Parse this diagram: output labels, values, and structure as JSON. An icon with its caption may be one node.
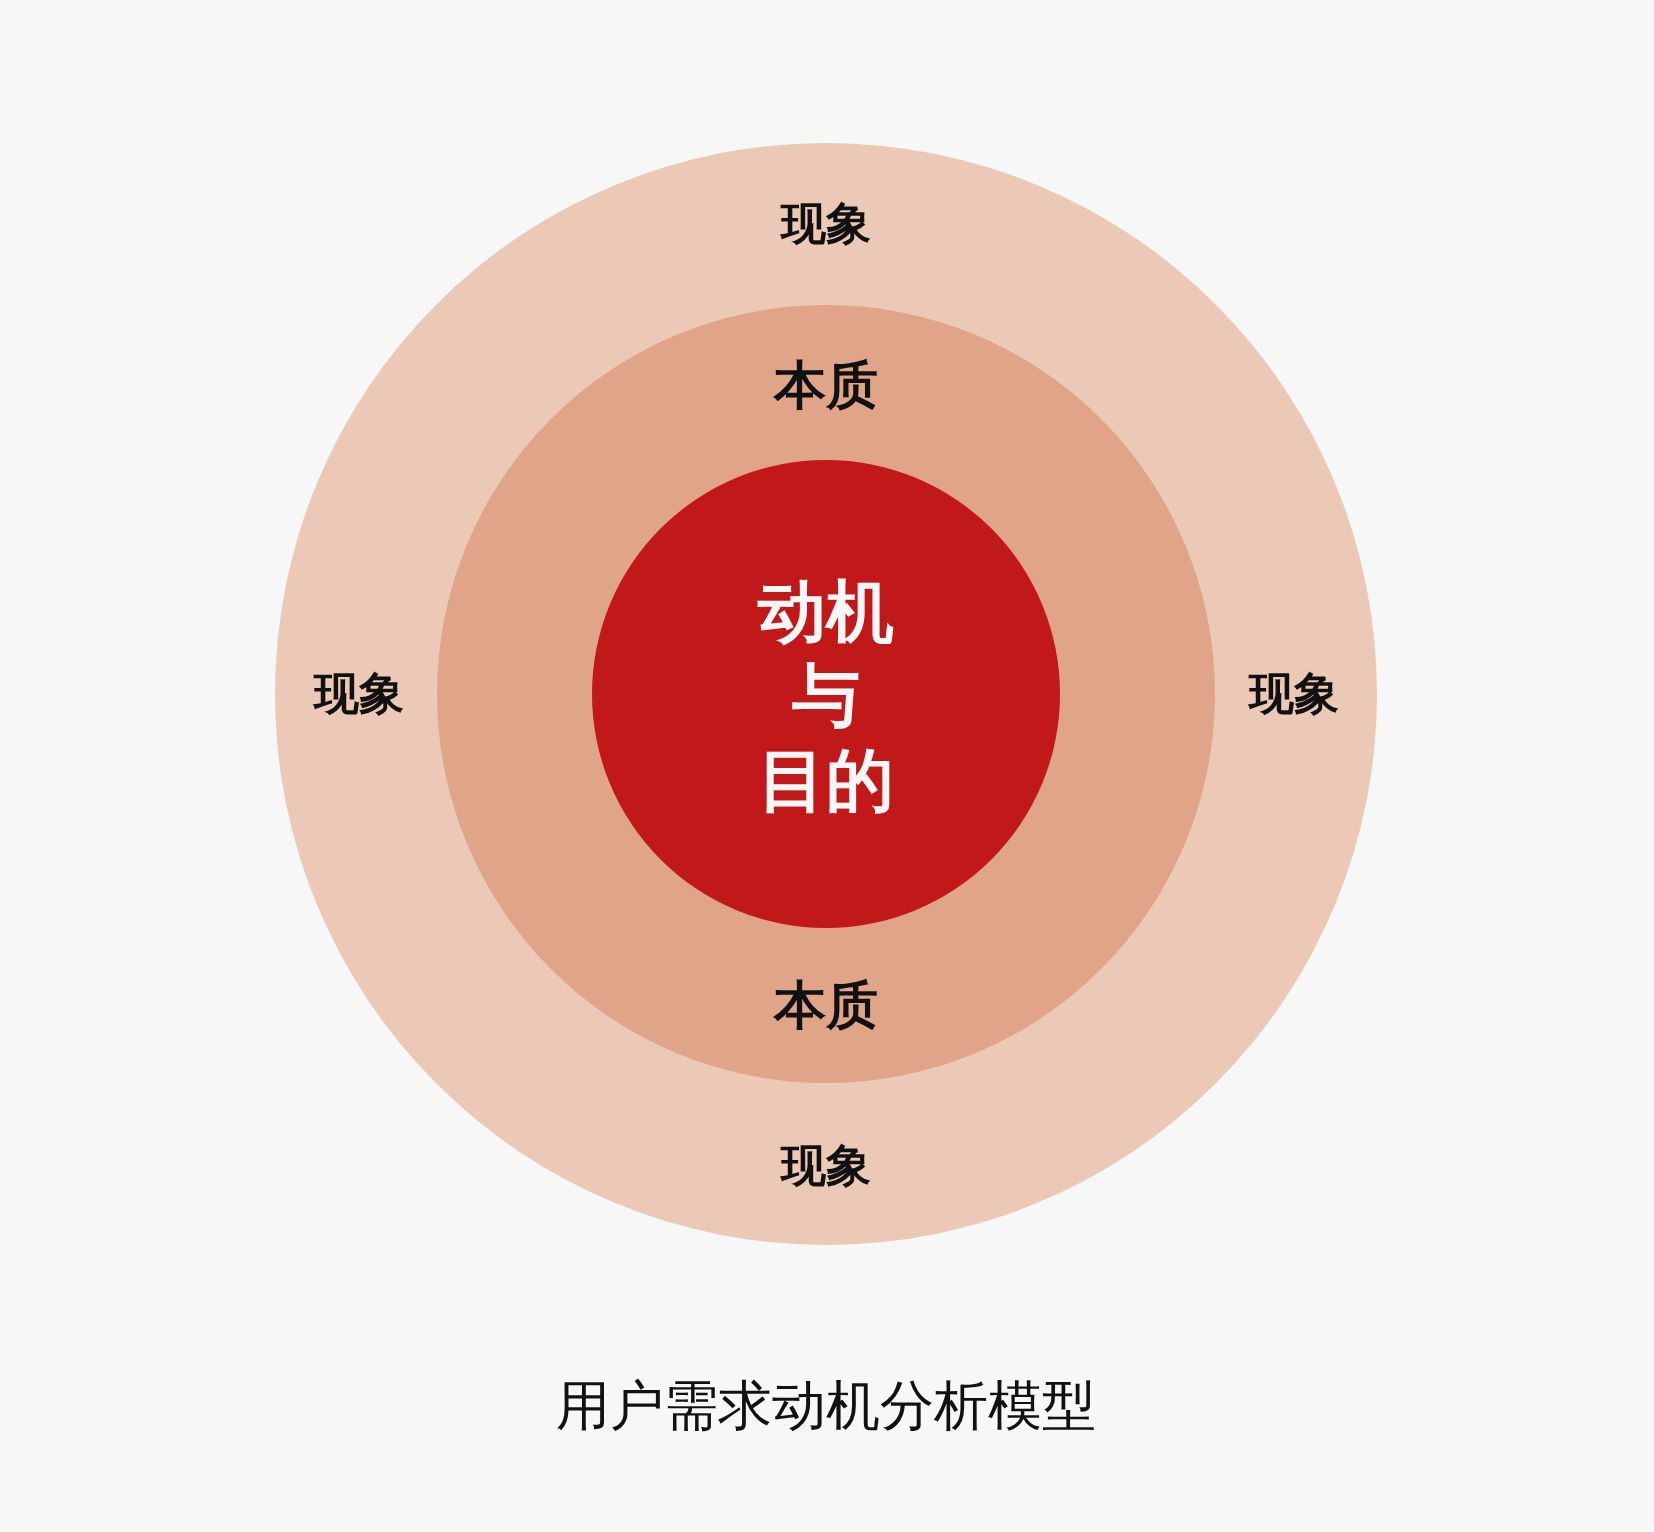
{
  "diagram": {
    "caption": "用户需求动机分析模型",
    "nodes": [
      {
        "text": [
          "现象",
          "现象",
          "现象",
          "现象"
        ]
      },
      {
        "text": [
          "本质",
          "本质"
        ],
        "in": 0
      },
      {
        "text": [
          "动机与目的"
        ],
        "in": 1
      }
    ]
  }
}
